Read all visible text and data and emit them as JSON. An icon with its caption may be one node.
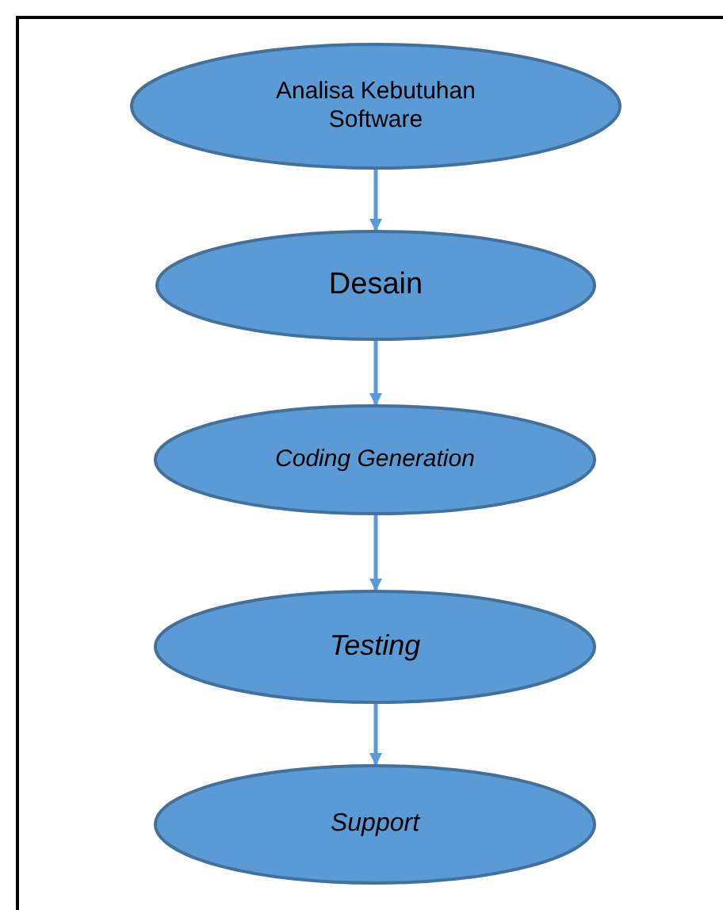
{
  "diagram": {
    "nodes": [
      {
        "text": [
          "Analisa Kebutuhan Software"
        ]
      },
      {
        "text": [
          "Desain"
        ]
      },
      {
        "text": [
          "Coding Generation"
        ]
      },
      {
        "text": [
          "Testing"
        ]
      },
      {
        "text": [
          "Support"
        ]
      }
    ],
    "edges": [
      {
        "from": 0,
        "to": 1,
        "arrow": "to"
      },
      {
        "from": 1,
        "to": 2,
        "arrow": "to"
      },
      {
        "from": 2,
        "to": 3,
        "arrow": "to"
      },
      {
        "from": 3,
        "to": 4,
        "arrow": "to"
      }
    ]
  }
}
